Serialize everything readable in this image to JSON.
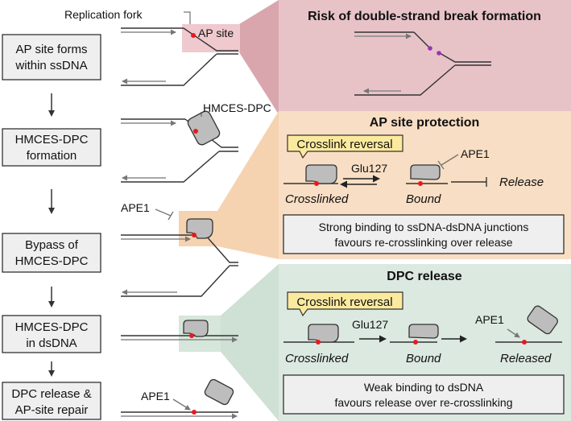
{
  "steps": [
    {
      "line1": "AP site forms",
      "line2": "within ssDNA"
    },
    {
      "line1": "HMCES-DPC",
      "line2": "formation"
    },
    {
      "line1": "Bypass of",
      "line2": "HMCES-DPC"
    },
    {
      "line1": "HMCES-DPC",
      "line2": "in dsDNA"
    },
    {
      "line1": "DPC release &",
      "line2": "AP-site repair"
    }
  ],
  "labels": {
    "replication_fork": "Replication fork",
    "ap_site": "AP site",
    "hmces_dpc": "HMCES-DPC",
    "ape1": "APE1"
  },
  "panels": {
    "risk": {
      "title": "Risk of double-strand break formation"
    },
    "protection": {
      "title": "AP site protection",
      "callout": "Crosslink reversal",
      "glu": "Glu127",
      "ape1": "APE1",
      "state1": "Crosslinked",
      "state2": "Bound",
      "state3": "Release",
      "note_line1": "Strong binding to ssDNA-dsDNA junctions",
      "note_line2": "favours re-crosslinking over release"
    },
    "release": {
      "title": "DPC release",
      "callout": "Crosslink reversal",
      "glu": "Glu127",
      "ape1": "APE1",
      "state1": "Crosslinked",
      "state2": "Bound",
      "state3": "Released",
      "note_line1": "Weak binding to dsDNA",
      "note_line2": "favours release over re-crosslinking"
    }
  },
  "colors": {
    "risk_panel": "#E7C3C8",
    "risk_fan": "#D9A6AE",
    "protection_panel": "#F8DEC4",
    "protection_fan": "#F5D2B0",
    "release_panel": "#DCE9E0",
    "release_fan": "#CFE0D4",
    "callout": "#FBEA9E",
    "protein": "#BDBDBD",
    "ap_site": "#E8191F",
    "break_marker": "#9B30B5",
    "note_box": "#EFEFEF"
  }
}
